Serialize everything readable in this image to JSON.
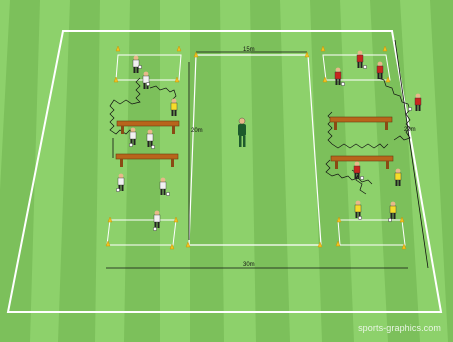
{
  "drill": {
    "dimensions": {
      "top": "15m",
      "bottom": "30m",
      "left_side": "20m",
      "right_side": "20m"
    }
  },
  "credit": "sports-graphics.com",
  "colors": {
    "grass_light": "#8dd16b",
    "grass_dark": "#7cc05b",
    "line": "#ffffff",
    "cone": "#f4c21c",
    "bench": "#b8651b",
    "team_white": "#f2f2f2",
    "team_red": "#c8261f",
    "coach": "#1d5a2c"
  },
  "legend_icons": [
    "cone-icon",
    "bench-icon",
    "player-icon",
    "coach-icon",
    "ball-icon"
  ]
}
